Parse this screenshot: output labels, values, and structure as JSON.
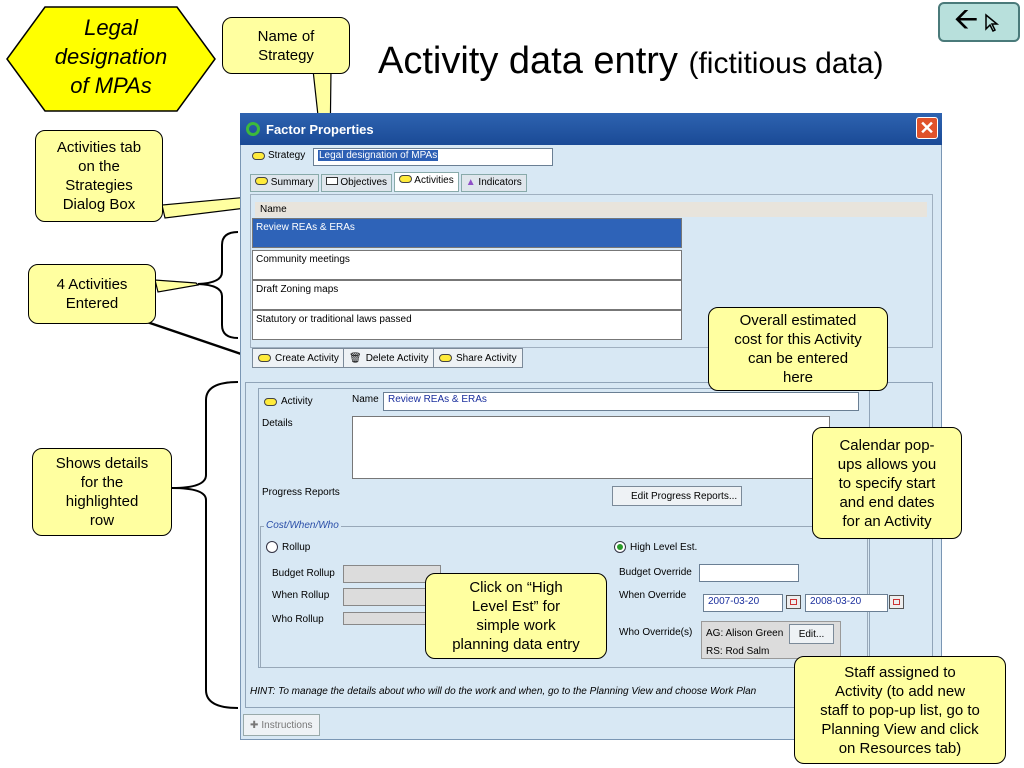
{
  "slide": {
    "title": "Activity data entry",
    "title_sub": "(fictitious data)",
    "back_arrow": "🡨"
  },
  "callouts": {
    "legal": [
      "Legal",
      "designation",
      "of MPAs"
    ],
    "name_strategy": [
      "Name of",
      "Strategy"
    ],
    "activities_tab": [
      "Activities tab",
      "on the",
      "Strategies",
      "Dialog Box"
    ],
    "four_activities": [
      "4 Activities",
      "Entered"
    ],
    "shows_details": [
      "Shows details",
      "for the",
      "highlighted",
      "row"
    ],
    "overall_cost": [
      "Overall estimated",
      "cost for this Activity",
      "can be entered",
      "here"
    ],
    "calendar": [
      "Calendar pop-",
      "ups allows you",
      "to specify start",
      "and end dates",
      "for an Activity"
    ],
    "click_high": [
      "Click on “High",
      "Level Est” for",
      "simple work",
      "planning data entry"
    ],
    "staff": [
      "Staff assigned to",
      "Activity (to add new",
      "staff to pop-up list, go to",
      "Planning View and click",
      "on Resources tab)"
    ]
  },
  "dialog": {
    "title": "Factor Properties",
    "strategy_label": "Strategy",
    "strategy_value": "Legal designation of MPAs",
    "tabs": [
      "Summary",
      "Objectives",
      "Activities",
      "Indicators"
    ],
    "table_header": "Name",
    "rows": [
      "Review REAs & ERAs",
      "Community meetings",
      "Draft Zoning maps",
      "Statutory or traditional laws passed"
    ],
    "buttons": {
      "create": "Create Activity",
      "delete": "Delete Activity",
      "share": "Share Activity"
    },
    "detail": {
      "activity_label": "Activity",
      "name_label": "Name",
      "name_value": "Review REAs & ERAs",
      "details_label": "Details",
      "progress_label": "Progress Reports",
      "edit_progress": "Edit Progress Reports...",
      "cost_group": "Cost/When/Who",
      "rollup": "Rollup",
      "high_level": "High Level Est.",
      "budget_rollup": "Budget Rollup",
      "when_rollup": "When Rollup",
      "who_rollup": "Who Rollup",
      "budget_override": "Budget Override",
      "when_override": "When Override",
      "start_date": "2007-03-20",
      "end_date": "2008-03-20",
      "who_override": "Who Override(s)",
      "who_list": [
        "AG: Alison Green",
        "RS: Rod Salm"
      ],
      "edit_btn": "Edit...",
      "hint": "HINT: To manage the details about who will do the work and when, go to the Planning View and choose Work Plan"
    },
    "instructions": "Instructions"
  }
}
